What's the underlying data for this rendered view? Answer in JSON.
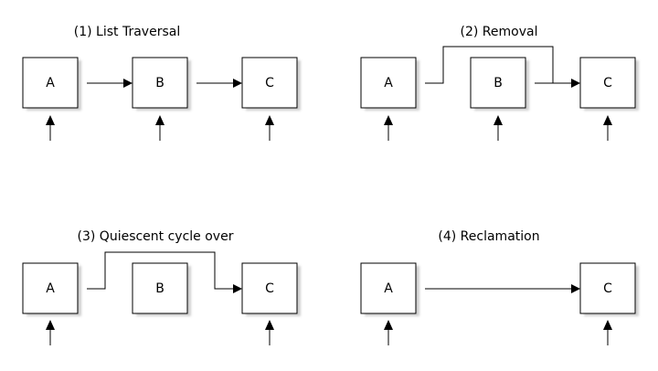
{
  "panels": [
    {
      "title": "(1) List Traversal",
      "nodes": [
        "A",
        "B",
        "C"
      ]
    },
    {
      "title": "(2) Removal",
      "nodes": [
        "A",
        "B",
        "C"
      ]
    },
    {
      "title": "(3) Quiescent cycle over",
      "nodes": [
        "A",
        "B",
        "C"
      ]
    },
    {
      "title": "(4) Reclamation",
      "nodes": [
        "A",
        "C"
      ]
    }
  ],
  "colors": {
    "stroke": "#000000",
    "shadow": "#cfcfcf",
    "background": "#ffffff"
  }
}
